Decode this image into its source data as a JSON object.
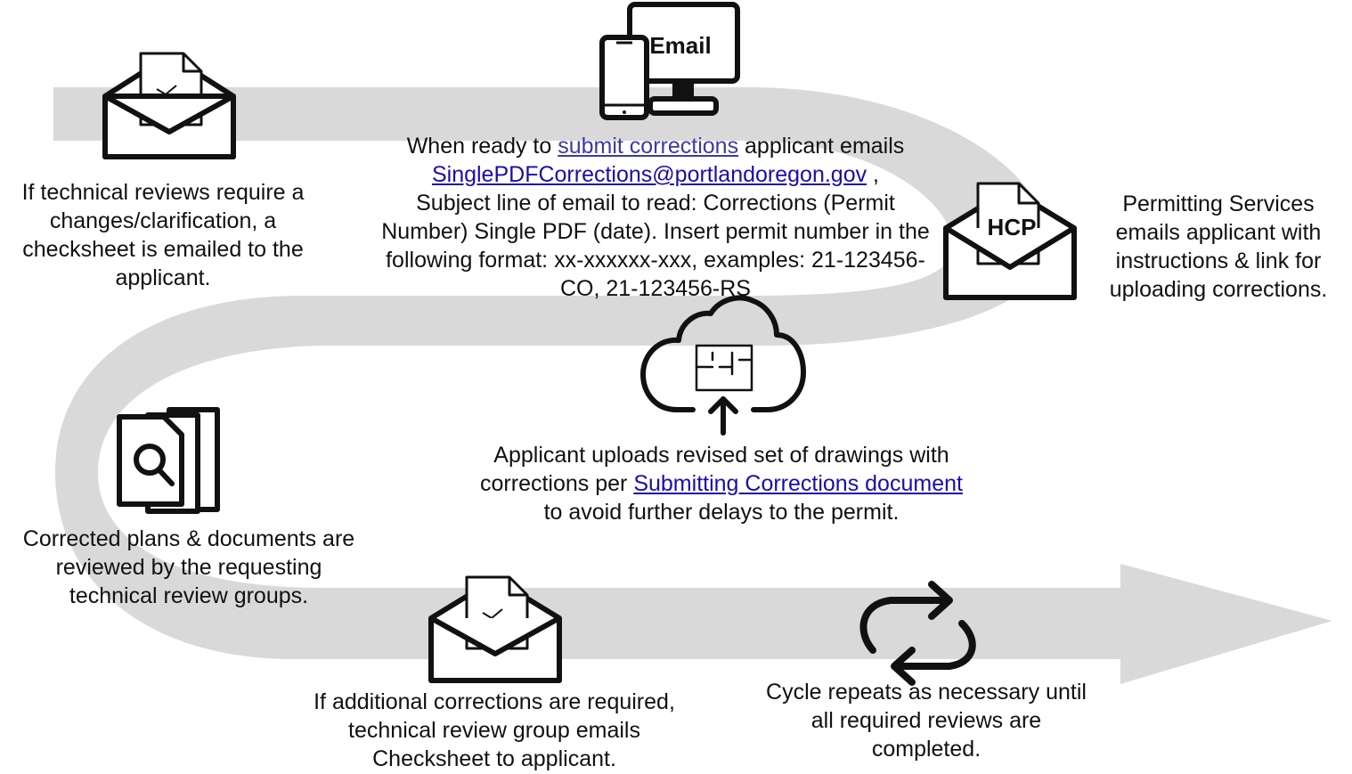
{
  "colors": {
    "path_fill": "#d9d9d9",
    "icon_stroke": "#111111",
    "link": "#1a0dab",
    "link_visited": "#3a3aa8"
  },
  "icons": {
    "email_device": {
      "name": "desktop-and-phone-icon",
      "label": "Email"
    },
    "hcp_envelope": {
      "name": "envelope-icon",
      "label": "HCP"
    },
    "checksheet_envelope": "envelope-with-document-icon",
    "upload_cloud": "cloud-upload-floorplan-icon",
    "review_documents": "documents-magnifier-icon",
    "cycle": "repeat-arrows-icon"
  },
  "steps": {
    "checksheet_emailed": {
      "text": "If technical reviews require a changes/clarification, a checksheet is emailed to the applicant."
    },
    "email_corrections": {
      "intro": "When ready to ",
      "link1": "submit corrections",
      "mid": " applicant emails",
      "email_link": "SinglePDFCorrections@portlandoregon.gov",
      "after_email": " ,",
      "rest": "Subject line of email to read: Corrections (Permit Number) Single PDF (date). Insert permit number in the following format: xx-xxxxxx-xxx, examples: 21-123456-CO, 21-123456-RS"
    },
    "permitting_services": {
      "text": "Permitting Services emails applicant with instructions & link for uploading corrections."
    },
    "upload_revised": {
      "line1": "Applicant uploads revised set of drawings with",
      "prefix": "corrections per ",
      "link": "Submitting Corrections document",
      "line3": "to avoid further delays to the permit."
    },
    "reviewed": {
      "text": "Corrected plans & documents are reviewed by the requesting technical review groups."
    },
    "additional_corrections": {
      "text": "If additional corrections are required, technical review group emails Checksheet to applicant."
    },
    "cycle_repeats": {
      "text": "Cycle repeats as necessary until all required reviews are completed."
    }
  }
}
